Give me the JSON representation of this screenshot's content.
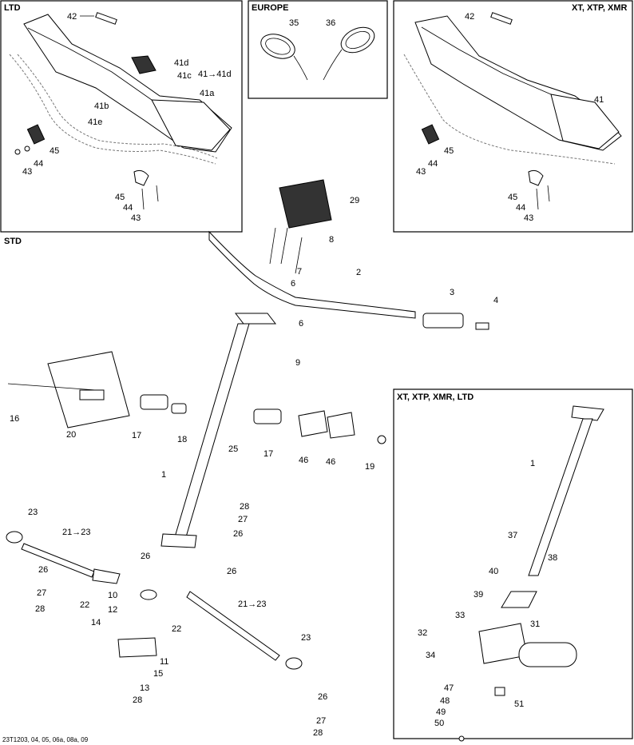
{
  "panels": {
    "ltd": "LTD",
    "europe": "EUROPE",
    "xt_xtp_xmr": "XT, XTP, XMR",
    "std": "STD",
    "xt_xtp_xmr_ltd": "XT, XTP, XMR, LTD"
  },
  "callouts": {
    "ltd": [
      "42",
      "41d",
      "41c",
      "41a",
      "41b",
      "41e",
      "45",
      "43",
      "44",
      "45",
      "44",
      "43"
    ],
    "ltd_ref": "41→41d",
    "europe": [
      "35",
      "36"
    ],
    "xt": [
      "42",
      "41",
      "45",
      "43",
      "44",
      "45",
      "44",
      "43"
    ],
    "std": [
      "29",
      "8",
      "7",
      "6",
      "2",
      "3",
      "4",
      "6",
      "9",
      "16",
      "20",
      "17",
      "18",
      "25",
      "17",
      "46",
      "46",
      "19",
      "1",
      "28",
      "27",
      "26",
      "23",
      "21→23",
      "26",
      "27",
      "28",
      "26",
      "22",
      "10",
      "12",
      "14",
      "11",
      "15",
      "13",
      "28",
      "26",
      "22",
      "21→23",
      "23",
      "26",
      "27",
      "28"
    ],
    "std_column": [
      "1",
      "37",
      "38",
      "40",
      "39",
      "33",
      "32",
      "31",
      "34",
      "47",
      "48",
      "51",
      "49",
      "50"
    ]
  },
  "footer": "23T1203, 04, 05, 06a, 08a, 09"
}
